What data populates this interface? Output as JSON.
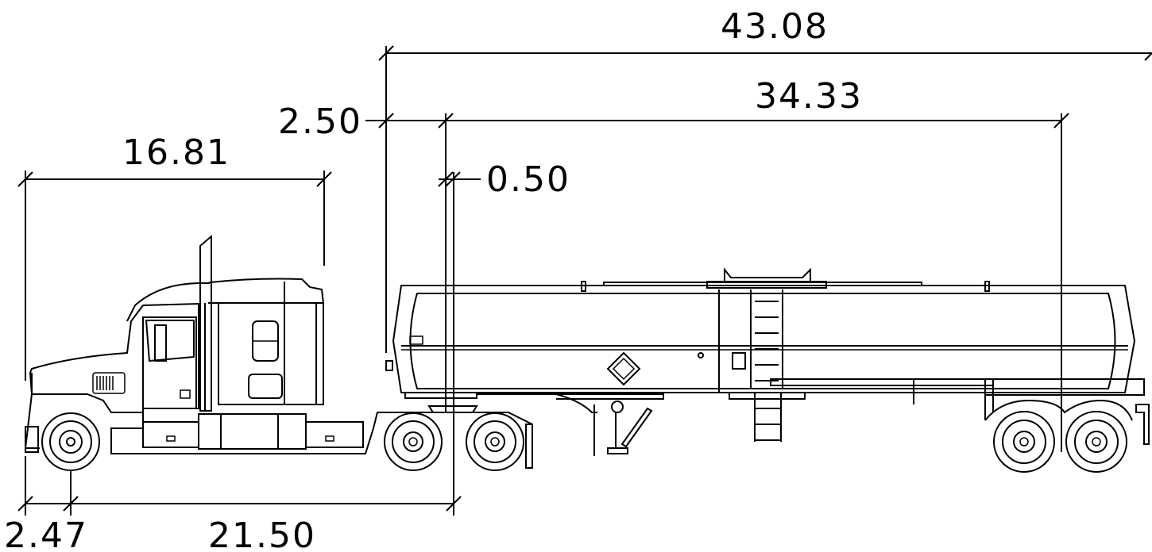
{
  "drawing": {
    "dimensions": {
      "overall_length": "43.08",
      "trailer_length": "34.33",
      "front_overhang": "2.50",
      "kingpin_offset": "0.50",
      "tractor_length": "16.81",
      "front_bumper_to_axle": "2.47",
      "wheelbase": "21.50"
    }
  }
}
